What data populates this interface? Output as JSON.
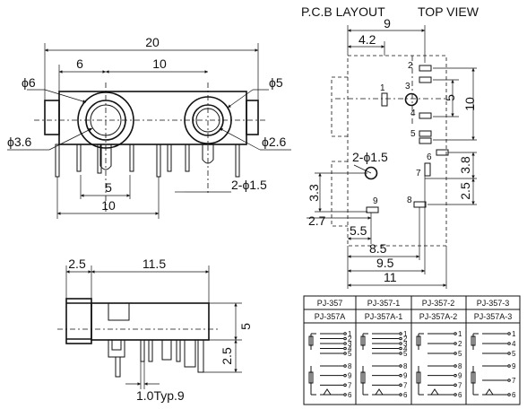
{
  "header": {
    "pcb_layout": "P.C.B LAYOUT",
    "top_view": "TOP VIEW"
  },
  "front_view": {
    "width_total": "20",
    "d_left": "6",
    "d_right": "10",
    "phi_left_outer": "ϕ6",
    "phi_left_inner": "ϕ3.6",
    "phi_right_outer": "ϕ5",
    "phi_right_inner": "ϕ2.6",
    "pin_gap": "5",
    "pin_span": "10",
    "pin_hole": "2-ϕ1.5"
  },
  "side_view": {
    "left_offset": "2.5",
    "body_length": "11.5",
    "height": "5",
    "pin_height": "2.5",
    "pitch": "1.0Typ.9"
  },
  "pcb": {
    "w9": "9",
    "w4_2": "4.2",
    "h5": "5",
    "h10": "10",
    "mount_hole": "2-ϕ1.5",
    "h3_8": "3.8",
    "h2_5": "2.5",
    "h3_3": "3.3",
    "x2_7": "2.7",
    "x5_5": "5.5",
    "x8_5": "8.5",
    "x9_5": "9.5",
    "x11": "11",
    "pins": [
      "1",
      "2",
      "3",
      "4",
      "5",
      "6",
      "7",
      "8",
      "9"
    ]
  },
  "table": {
    "row1": [
      "PJ-357",
      "PJ-357-1",
      "PJ-357-2",
      "PJ-357-3"
    ],
    "row2": [
      "PJ-357A",
      "PJ-357A-1",
      "PJ-357A-2",
      "PJ-357A-3"
    ],
    "schem": [
      {
        "top": [
          "1",
          "2",
          "3",
          "4",
          "5"
        ],
        "bot": [
          "8",
          "9",
          "7",
          "6"
        ]
      },
      {
        "top": [
          "1",
          "2",
          "3",
          "4",
          "5"
        ],
        "bot": [
          "8",
          "9",
          "7",
          "6"
        ]
      },
      {
        "top": [
          "1",
          "2",
          "5"
        ],
        "bot": [
          "8",
          "9",
          "7",
          "6"
        ]
      },
      {
        "top": [
          "1",
          "4",
          "5"
        ],
        "bot": [
          "9",
          "7",
          "6"
        ]
      }
    ]
  }
}
